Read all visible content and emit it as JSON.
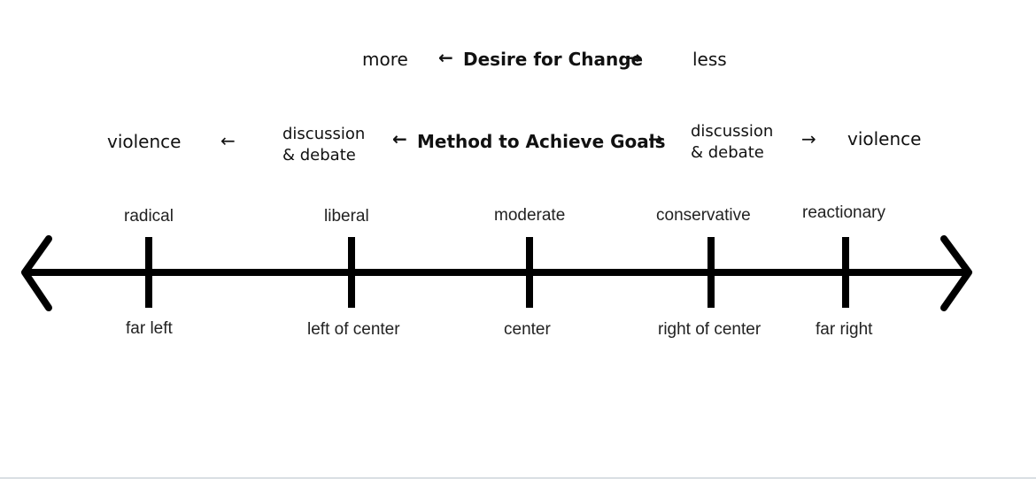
{
  "header": {
    "left": "more",
    "arrow_left": "←",
    "title": "Desire for Change",
    "arrow_right": "→",
    "right": "less"
  },
  "method": {
    "left_end": "violence",
    "left_arrow": "←",
    "left_mid_1": "discussion",
    "left_mid_2": "& debate",
    "arrow_left": "←",
    "title": "Method to Achieve Goals",
    "arrow_right": "→",
    "right_mid_1": "discussion",
    "right_mid_2": "& debate",
    "right_arrow": "→",
    "right_end": "violence"
  },
  "spectrum": {
    "ticks": [
      {
        "top": "radical",
        "bottom": "far left"
      },
      {
        "top": "liberal",
        "bottom": "left of center"
      },
      {
        "top": "moderate",
        "bottom": "center"
      },
      {
        "top": "conservative",
        "bottom": "right of center"
      },
      {
        "top": "reactionary",
        "bottom": "far right"
      }
    ]
  },
  "colors": {
    "line": "#000000",
    "rule": "#b9c3cc"
  }
}
